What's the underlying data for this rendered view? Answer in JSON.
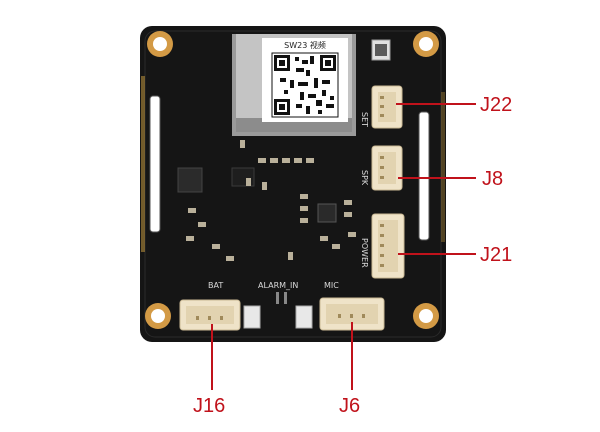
{
  "callouts": {
    "j22": "J22",
    "j8": "J8",
    "j21": "J21",
    "j16": "J16",
    "j6": "J6"
  },
  "silkscreen": {
    "set": "SET",
    "bat": "BAT",
    "alarm_in": "ALARM_IN",
    "mic": "MIC",
    "spk": "SPK",
    "power": "POWER",
    "qr_caption": "SW23 视频"
  },
  "colors": {
    "board": "#151515",
    "pad": "#d39a45",
    "connector": "#efe3c8",
    "callout": "#c0121b"
  }
}
